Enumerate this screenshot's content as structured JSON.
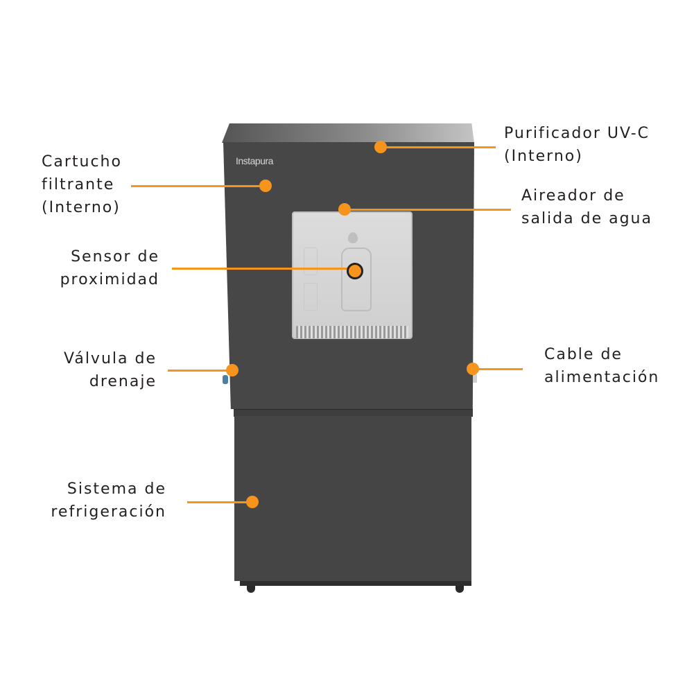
{
  "diagram": {
    "brand_logo": "Instapura",
    "accent_color": "#f7941d",
    "text_color": "#231f20",
    "machine_color": "#474747",
    "labels": [
      {
        "id": "purificador",
        "lines": [
          "Purificador UV-C",
          "(Interno)"
        ]
      },
      {
        "id": "cartucho",
        "lines": [
          "Cartucho",
          "filtrante",
          "(Interno)"
        ]
      },
      {
        "id": "aireador",
        "lines": [
          "Aireador de",
          "salida de agua"
        ]
      },
      {
        "id": "sensor",
        "lines": [
          "Sensor de",
          "proximidad"
        ]
      },
      {
        "id": "valvula",
        "lines": [
          "Válvula de",
          "drenaje"
        ]
      },
      {
        "id": "cable",
        "lines": [
          "Cable de",
          "alimentación"
        ]
      },
      {
        "id": "refrigeracion",
        "lines": [
          "Sistema de",
          "refrigeración"
        ]
      }
    ]
  }
}
